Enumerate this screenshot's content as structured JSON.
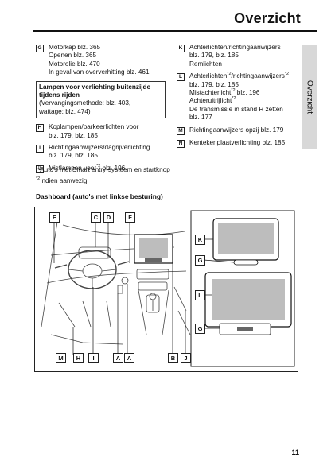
{
  "header": {
    "title": "Overzicht",
    "side_tab": "Overzicht"
  },
  "left_items": [
    {
      "key": "G",
      "lines": [
        "Motorkap blz. 365",
        "Openen blz. 365",
        "Motorolie blz. 470",
        "In geval van oververhitting blz. 461"
      ]
    }
  ],
  "note_box": {
    "bold_lines": [
      "Lampen voor verlichting buitenzijde",
      "tijdens rijden"
    ],
    "lines": [
      "(Vervangingsmethode: blz. 403,",
      "wattage: blz. 474)"
    ]
  },
  "left_items2": [
    {
      "key": "H",
      "lines": [
        "Koplampen/parkeerlichten voor",
        "blz. 179, blz. 185"
      ]
    },
    {
      "key": "I",
      "lines": [
        "Richtingaanwijzers/dagrijverlichting",
        "blz. 179, blz. 185"
      ]
    },
    {
      "key": "J",
      "pre": "Mistlampen voor",
      "sup": "*2",
      "post": " blz. 196"
    }
  ],
  "right_items": [
    {
      "key": "K",
      "lines": [
        "Achterlichten/richtingaanwijzers",
        "blz. 179, blz. 185",
        "Remlichten"
      ]
    },
    {
      "key": "L",
      "lines": []
    },
    {
      "key": "M",
      "lines": [
        "Richtingaanwijzers opzij blz. 179"
      ]
    },
    {
      "key": "N",
      "lines": [
        "Kentekenplaatverlichting blz. 185"
      ]
    }
  ],
  "item_L": {
    "l1_pre": "Achterlichten",
    "l1_sup1": "*2",
    "l1_mid": "/richtingaanwijzers",
    "l1_sup2": "*2",
    "l2": "blz. 179, blz. 185",
    "l3_pre": "Mistachterlicht",
    "l3_sup": "*2",
    "l3_post": " blz. 196",
    "l4_pre": "Achteruitrijlicht",
    "l4_sup": "*2",
    "l5": "De transmissie in stand R zetten",
    "l6": "blz. 177"
  },
  "footnotes": [
    {
      "sup": "*1",
      "text": "Auto's met Smart entry-systeem en startknop"
    },
    {
      "sup": "*2",
      "text": "Indien aanwezig"
    }
  ],
  "dashboard_heading": "Dashboard (auto's met linkse besturing)",
  "diagram_labels": {
    "top": [
      "E",
      "C",
      "D",
      "F"
    ],
    "bottom": [
      "M",
      "H",
      "I",
      "A",
      "A",
      "B",
      "J"
    ],
    "right": [
      "K",
      "G",
      "L",
      "G"
    ]
  },
  "page_number": "11"
}
